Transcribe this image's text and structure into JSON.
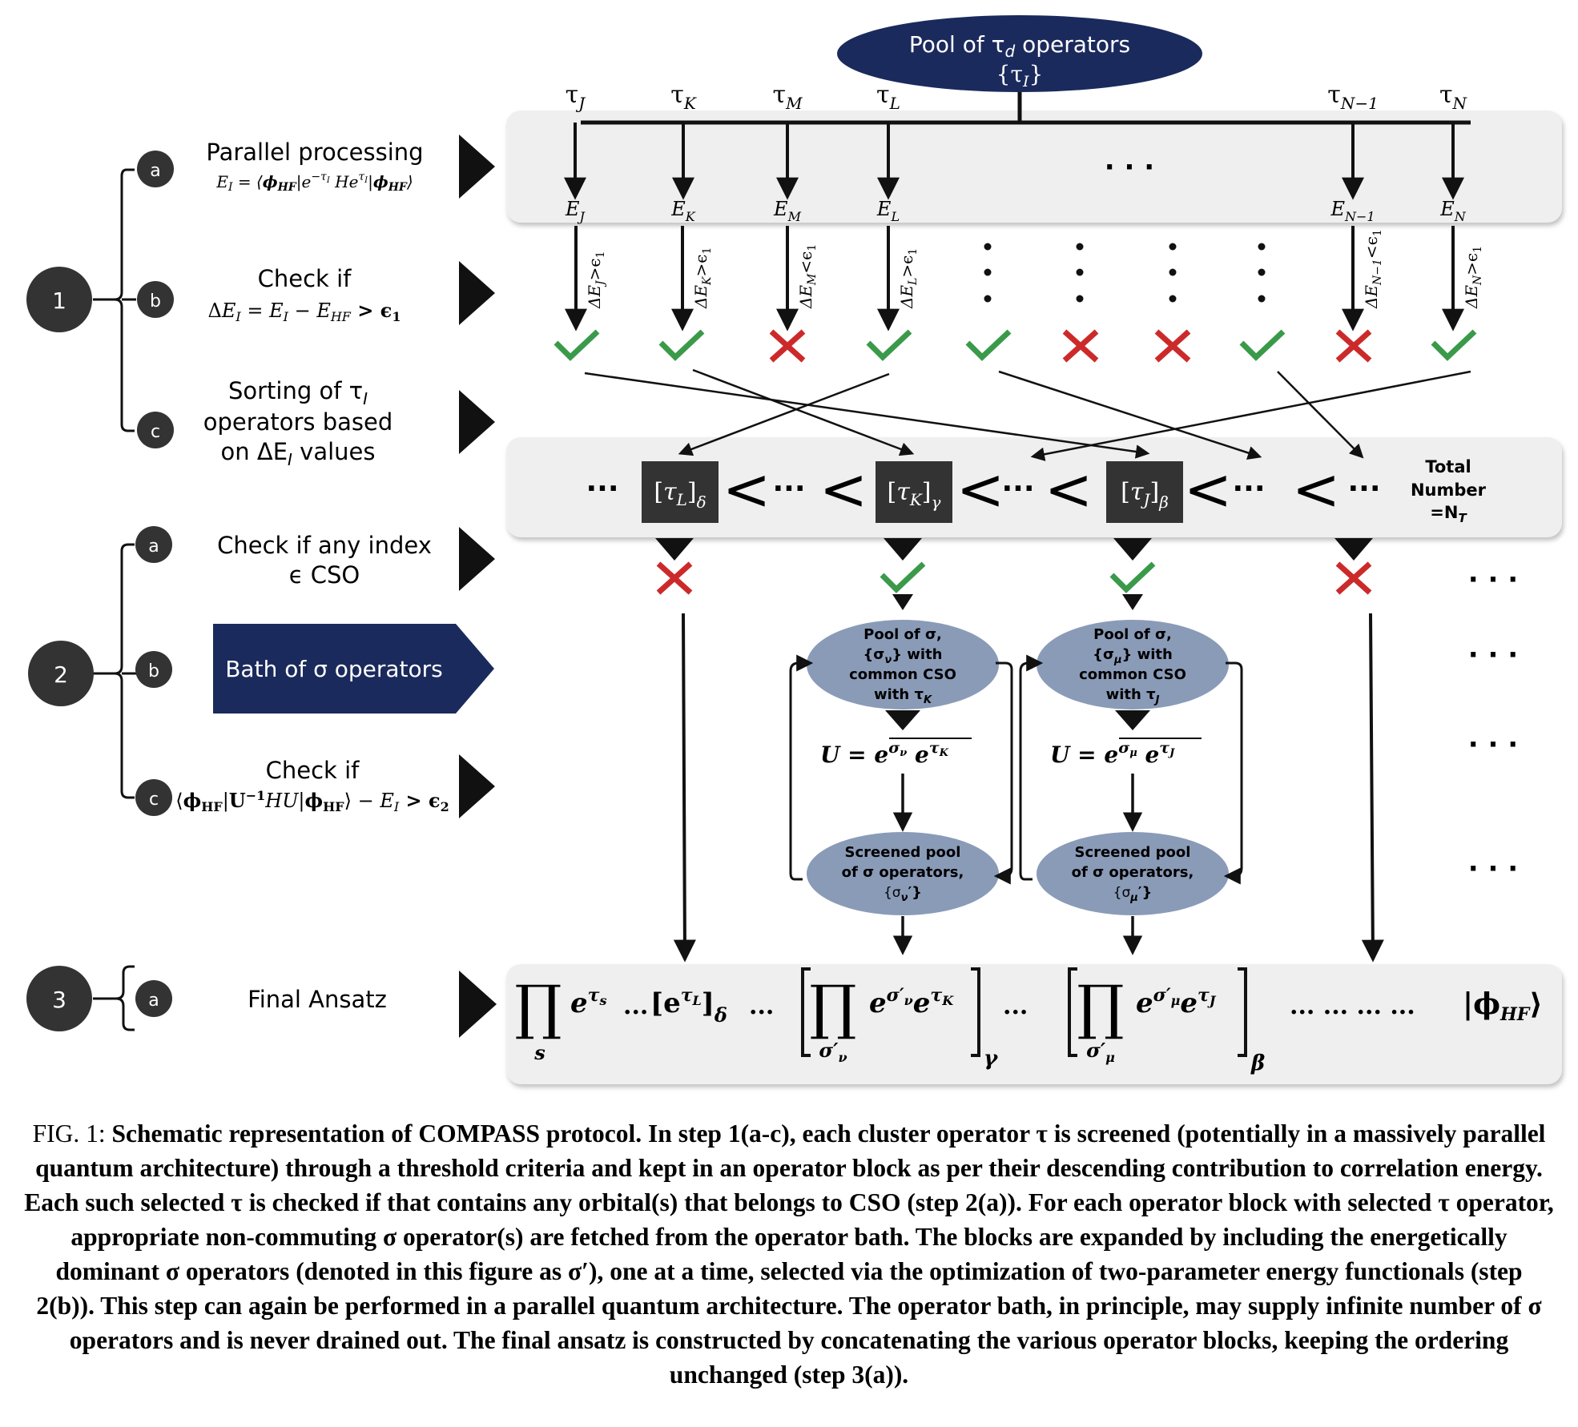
{
  "pool": {
    "line1": "Pool of τ",
    "sub": "d",
    "line1b": " operators",
    "line2": "{τ",
    "line2sub": "I",
    "line2end": "}"
  },
  "taus": [
    {
      "name": "τ",
      "sub": "J"
    },
    {
      "name": "τ",
      "sub": "K"
    },
    {
      "name": "τ",
      "sub": "M"
    },
    {
      "name": "τ",
      "sub": "L"
    },
    {
      "name": "τ",
      "sub": "N−1"
    },
    {
      "name": "τ",
      "sub": "N"
    }
  ],
  "energies": [
    {
      "name": "E",
      "sub": "J"
    },
    {
      "name": "E",
      "sub": "K"
    },
    {
      "name": "E",
      "sub": "M"
    },
    {
      "name": "E",
      "sub": "L"
    },
    {
      "name": "E",
      "sub": "N−1"
    },
    {
      "name": "E",
      "sub": "N"
    }
  ],
  "checks": [
    {
      "label": "ΔE_J>ϵ_1",
      "sub": "J",
      "op": ">",
      "pass": true
    },
    {
      "label": "ΔE_K>ϵ_1",
      "sub": "K",
      "op": ">",
      "pass": true
    },
    {
      "label": "ΔE_M<ϵ_1",
      "sub": "M",
      "op": "<",
      "pass": false
    },
    {
      "label": "ΔE_L>ϵ_1",
      "sub": "L",
      "op": ">",
      "pass": true
    },
    {
      "label": "ΔE_{N-1}<ϵ_1",
      "sub": "N−1",
      "op": "<",
      "pass": false
    },
    {
      "label": "ΔE_N>ϵ_1",
      "sub": "N",
      "op": ">",
      "pass": true
    }
  ],
  "ellipsis": "· · ·",
  "steps": {
    "s1": "1",
    "s2": "2",
    "s3": "3",
    "a": "a",
    "b": "b",
    "c": "c",
    "s1a_title": "Parallel processing",
    "s1a_formula": "E_I = ⟨ϕ_HF|e^{−τ_I} H e^{τ_I}|ϕ_HF⟩",
    "s1b_title": "Check if",
    "s1b_formula": "ΔE_I = E_I − E_HF > ϵ_1",
    "s1c_line1": "Sorting of τ",
    "s1c_line1sub": "I",
    "s1c_line2": "operators based",
    "s1c_line3a": "on ΔE",
    "s1c_line3sub": "I",
    "s1c_line3b": " values",
    "s2a_line1": "Check if any index",
    "s2a_line2": "ϵ CSO",
    "s2b_label": "Bath of σ operators",
    "s2c_title": "Check if",
    "s2c_formula": "⟨ϕ_HF|U^{−1}HU|ϕ_HF⟩ − E_I > ϵ_2",
    "s3a_label": "Final Ansatz"
  },
  "sorted": {
    "blocks": [
      {
        "op": "τ",
        "sub": "L",
        "idx": "δ"
      },
      {
        "op": "τ",
        "sub": "K",
        "idx": "γ"
      },
      {
        "op": "τ",
        "sub": "J",
        "idx": "β"
      }
    ],
    "total_line1": "Total",
    "total_line2": "Number",
    "total_line3": "=N",
    "total_sub": "T",
    "dots": "···",
    "lt": "<"
  },
  "cso_checks": [
    false,
    true,
    true,
    false
  ],
  "blocks": [
    {
      "pool_l1": "Pool of σ,",
      "pool_l2": "{σ",
      "pool_sub": "ν",
      "pool_l2b": "} with",
      "pool_l3": "common CSO",
      "pool_l4": "with τ",
      "pool_l4sub": "K",
      "u_left": "U =",
      "u_exp1": "σ",
      "u_exp1sub": "ν",
      "u_exp2": "τ",
      "u_exp2sub": "K",
      "scr_l1": "Screened pool",
      "scr_l2": "of σ operators,",
      "scr_l3": "{σ",
      "scr_sub": "ν",
      "scr_l3b": "′}"
    },
    {
      "pool_l1": "Pool of σ,",
      "pool_l2": "{σ",
      "pool_sub": "μ",
      "pool_l2b": "} with",
      "pool_l3": "common CSO",
      "pool_l4": "with τ",
      "pool_l4sub": "J",
      "u_left": "U =",
      "u_exp1": "σ",
      "u_exp1sub": "μ",
      "u_exp2": "τ",
      "u_exp2sub": "J",
      "scr_l1": "Screened pool",
      "scr_l2": "of σ operators,",
      "scr_l3": "{σ",
      "scr_sub": "μ",
      "scr_l3b": "′}"
    }
  ],
  "ansatz": {
    "prod": "∏",
    "s": "s",
    "e": "e",
    "tau_s": "τ",
    "tau_s_sub": "s",
    "dots": "...",
    "block_L": "[e",
    "block_L_exp": "τ",
    "block_L_sub": "L",
    "block_L_end": "]",
    "delta": "δ",
    "sig_nu": "σ′",
    "sig_nu_sub": "ν",
    "tauK": "τ",
    "tauK_sub": "K",
    "gamma": "γ",
    "sig_mu": "σ′",
    "sig_mu_sub": "μ",
    "tauJ": "τ",
    "tauJ_sub": "J",
    "beta": "β",
    "tail_dots": "...   ...   ...   ...",
    "ket": "|ϕ",
    "ket_sub": "HF",
    "ket_end": "⟩"
  },
  "caption": {
    "label": "FIG. 1: ",
    "text": "Schematic representation of COMPASS protocol. In step 1(a-c), each cluster operator τ is screened (potentially in a massively parallel quantum architecture) through a threshold criteria and kept in an operator block as per their descending contribution to correlation energy. Each such selected τ is checked if that contains any orbital(s) that belongs to CSO (step 2(a)). For each operator block with selected τ operator, appropriate non-commuting σ operator(s) are fetched from the operator bath. The blocks are expanded by including the energetically dominant σ operators (denoted in this figure as σ′), one at a time, selected via the optimization of two-parameter energy functionals (step 2(b)). This step can again be performed in a parallel quantum architecture. The operator bath, in principle, may supply infinite number of σ operators and is never drained out. The final ansatz is constructed by concatenating the various operator blocks, keeping the ordering unchanged (step 3(a))."
  },
  "colors": {
    "navy": "#1b2a5c",
    "panel": "#efefef",
    "green": "#3a9a4a",
    "red": "#cc2a2a",
    "dark": "#333333",
    "oval": "#8a9bb8"
  }
}
